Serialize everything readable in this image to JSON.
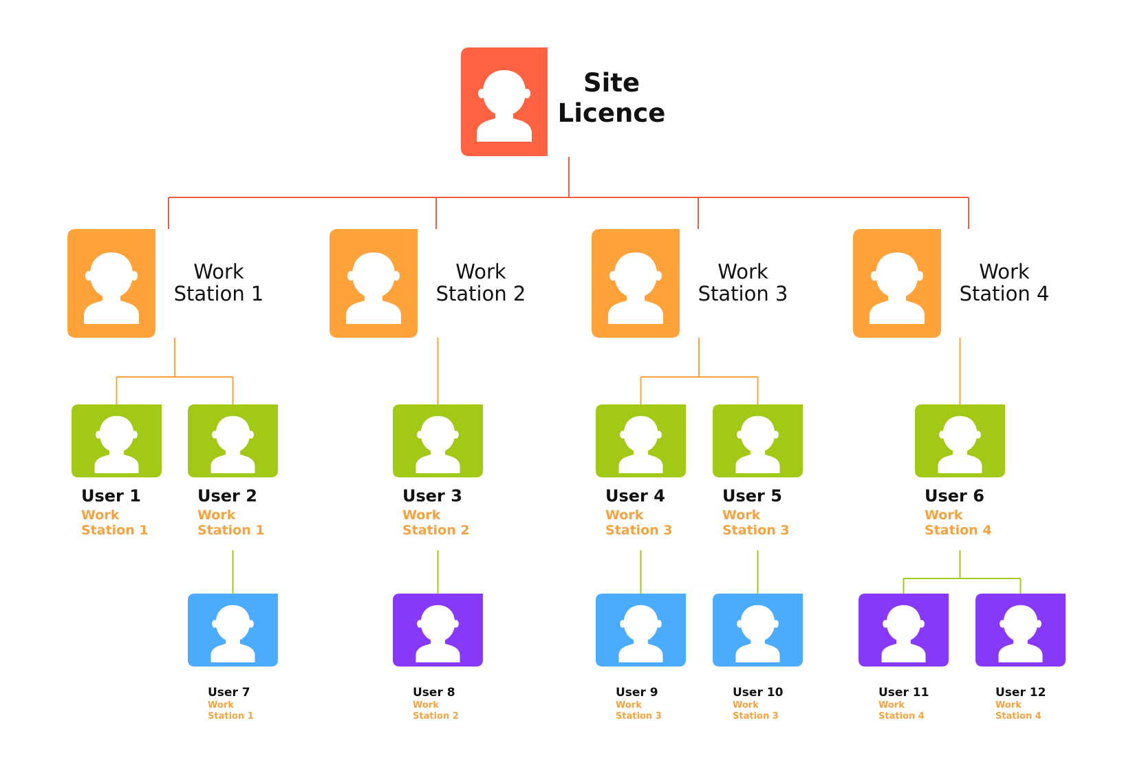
{
  "colors": {
    "root": "#FF6240",
    "workstation": "#FFA23A",
    "user_green": "#A2C916",
    "user_blue": "#4AABFF",
    "user_purple": "#8838F8",
    "line_root": "#EF5C40",
    "line_ws": "#FFA23A",
    "line_user": "#A2C916",
    "sub_text": "#F5A340"
  },
  "root": {
    "line1": "Site",
    "line2": "Licence",
    "icon": "user-icon"
  },
  "workstations": [
    {
      "id": "ws1",
      "line1": "Work",
      "line2": "Station 1"
    },
    {
      "id": "ws2",
      "line1": "Work",
      "line2": "Station 2"
    },
    {
      "id": "ws3",
      "line1": "Work",
      "line2": "Station 3"
    },
    {
      "id": "ws4",
      "line1": "Work",
      "line2": "Station 4"
    }
  ],
  "users_level1": [
    {
      "id": "u1",
      "name": "User 1",
      "sub1": "Work",
      "sub2": "Station 1",
      "parent": "ws1"
    },
    {
      "id": "u2",
      "name": "User 2",
      "sub1": "Work",
      "sub2": "Station 1",
      "parent": "ws1"
    },
    {
      "id": "u3",
      "name": "User 3",
      "sub1": "Work",
      "sub2": "Station 2",
      "parent": "ws2"
    },
    {
      "id": "u4",
      "name": "User 4",
      "sub1": "Work",
      "sub2": "Station 3",
      "parent": "ws3"
    },
    {
      "id": "u5",
      "name": "User 5",
      "sub1": "Work",
      "sub2": "Station 3",
      "parent": "ws3"
    },
    {
      "id": "u6",
      "name": "User 6",
      "sub1": "Work",
      "sub2": "Station 4",
      "parent": "ws4"
    }
  ],
  "users_level2": [
    {
      "id": "u7",
      "name": "User 7",
      "sub1": "Work",
      "sub2": "Station 1",
      "parent": "u2",
      "color": "blue"
    },
    {
      "id": "u8",
      "name": "User 8",
      "sub1": "Work",
      "sub2": "Station 2",
      "parent": "u3",
      "color": "purple"
    },
    {
      "id": "u9",
      "name": "User 9",
      "sub1": "Work",
      "sub2": "Station 3",
      "parent": "u4",
      "color": "blue"
    },
    {
      "id": "u10",
      "name": "User 10",
      "sub1": "Work",
      "sub2": "Station 3",
      "parent": "u5",
      "color": "blue"
    },
    {
      "id": "u11",
      "name": "User 11",
      "sub1": "Work",
      "sub2": "Station 4",
      "parent": "u6",
      "color": "purple"
    },
    {
      "id": "u12",
      "name": "User 12",
      "sub1": "Work",
      "sub2": "Station 4",
      "parent": "u6",
      "color": "purple"
    }
  ]
}
